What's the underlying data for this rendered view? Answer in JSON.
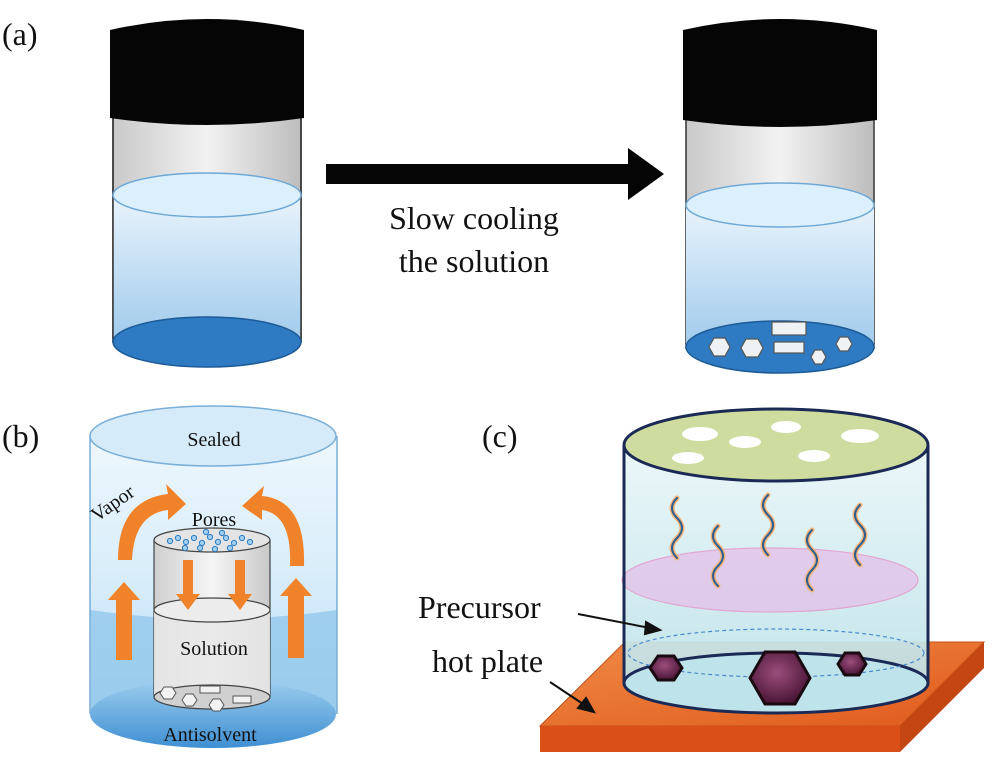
{
  "panels": {
    "a": {
      "label": "(a)",
      "arrow_text": [
        "Slow cooling",
        "the solution"
      ]
    },
    "b": {
      "label": "(b)",
      "sealed": "Sealed",
      "vapor": "Vapor",
      "pores": "Pores",
      "solution": "Solution",
      "antisolvent": "Antisolvent"
    },
    "c": {
      "label": "(c)",
      "precursor": "Precursor",
      "hot_plate": "hot plate"
    }
  },
  "colors": {
    "lid": "#050505",
    "solution_blue": "#bfe0f6",
    "solution_dark": "#2f7bc3",
    "arrow_orange": "#f0832a",
    "hot_plate": "#e8692a",
    "lid_green": "#cfdc9f",
    "crystal_purple": "#6a2c55"
  }
}
